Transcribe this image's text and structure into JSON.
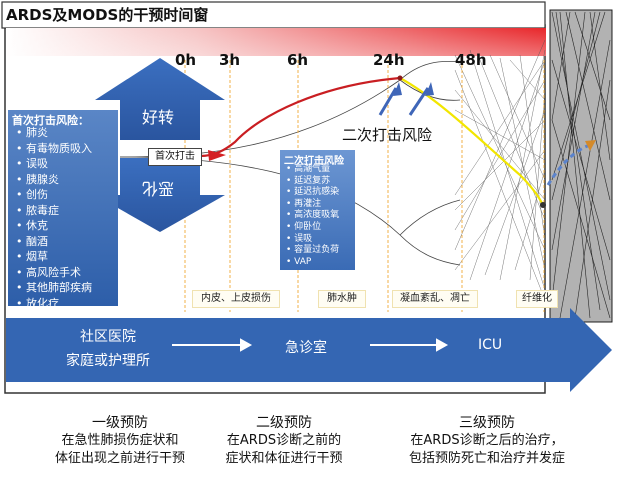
{
  "title": "ARDS及MODS的干预时间窗",
  "timepoints": [
    "0h",
    "3h",
    "6h",
    "24h",
    "48h"
  ],
  "arrows": {
    "improve": "好转",
    "worsen": "恶化"
  },
  "first_hit": "首次打击",
  "second_hit_risk": "二次打击风险",
  "first_risks": {
    "header": "首次打击风险：",
    "items": [
      "肺炎",
      "有毒物质吸入",
      "误吸",
      "胰腺炎",
      "创伤",
      "脓毒症",
      "休克",
      "酗酒",
      "烟草",
      "高风险手术",
      "其他肺部疾病",
      "放化疗"
    ]
  },
  "second_risks": {
    "header": "二次打击风险",
    "items": [
      "高潮气量",
      "延迟复苏",
      "延迟抗感染",
      "再灌注",
      "高浓度吸氧",
      "仰卧位",
      "误吸",
      "容量过负荷",
      "VAP"
    ]
  },
  "stages": [
    "内皮、上皮损伤",
    "肺水肿",
    "凝血紊乱、凋亡",
    "纤维化"
  ],
  "flow": {
    "community": "社区医院",
    "home": "家庭或护理所",
    "er": "急诊室",
    "icu": "ICU"
  },
  "prevention": [
    {
      "title": "一级预防",
      "desc1": "在急性肺损伤症状和",
      "desc2": "体征出现之前进行干预"
    },
    {
      "title": "二级预防",
      "desc1": "在ARDS诊断之前的",
      "desc2": "症状和体征进行干预"
    },
    {
      "title": "三级预防",
      "desc1": "在ARDS诊断之后的治疗，",
      "desc2": "包括预防死亡和治疗并发症"
    }
  ],
  "colors": {
    "red_band": "#e8262a",
    "blue_arrow": "#2f5ba8",
    "panel": "#3f6db5",
    "yellow_path": "#f2e600"
  }
}
